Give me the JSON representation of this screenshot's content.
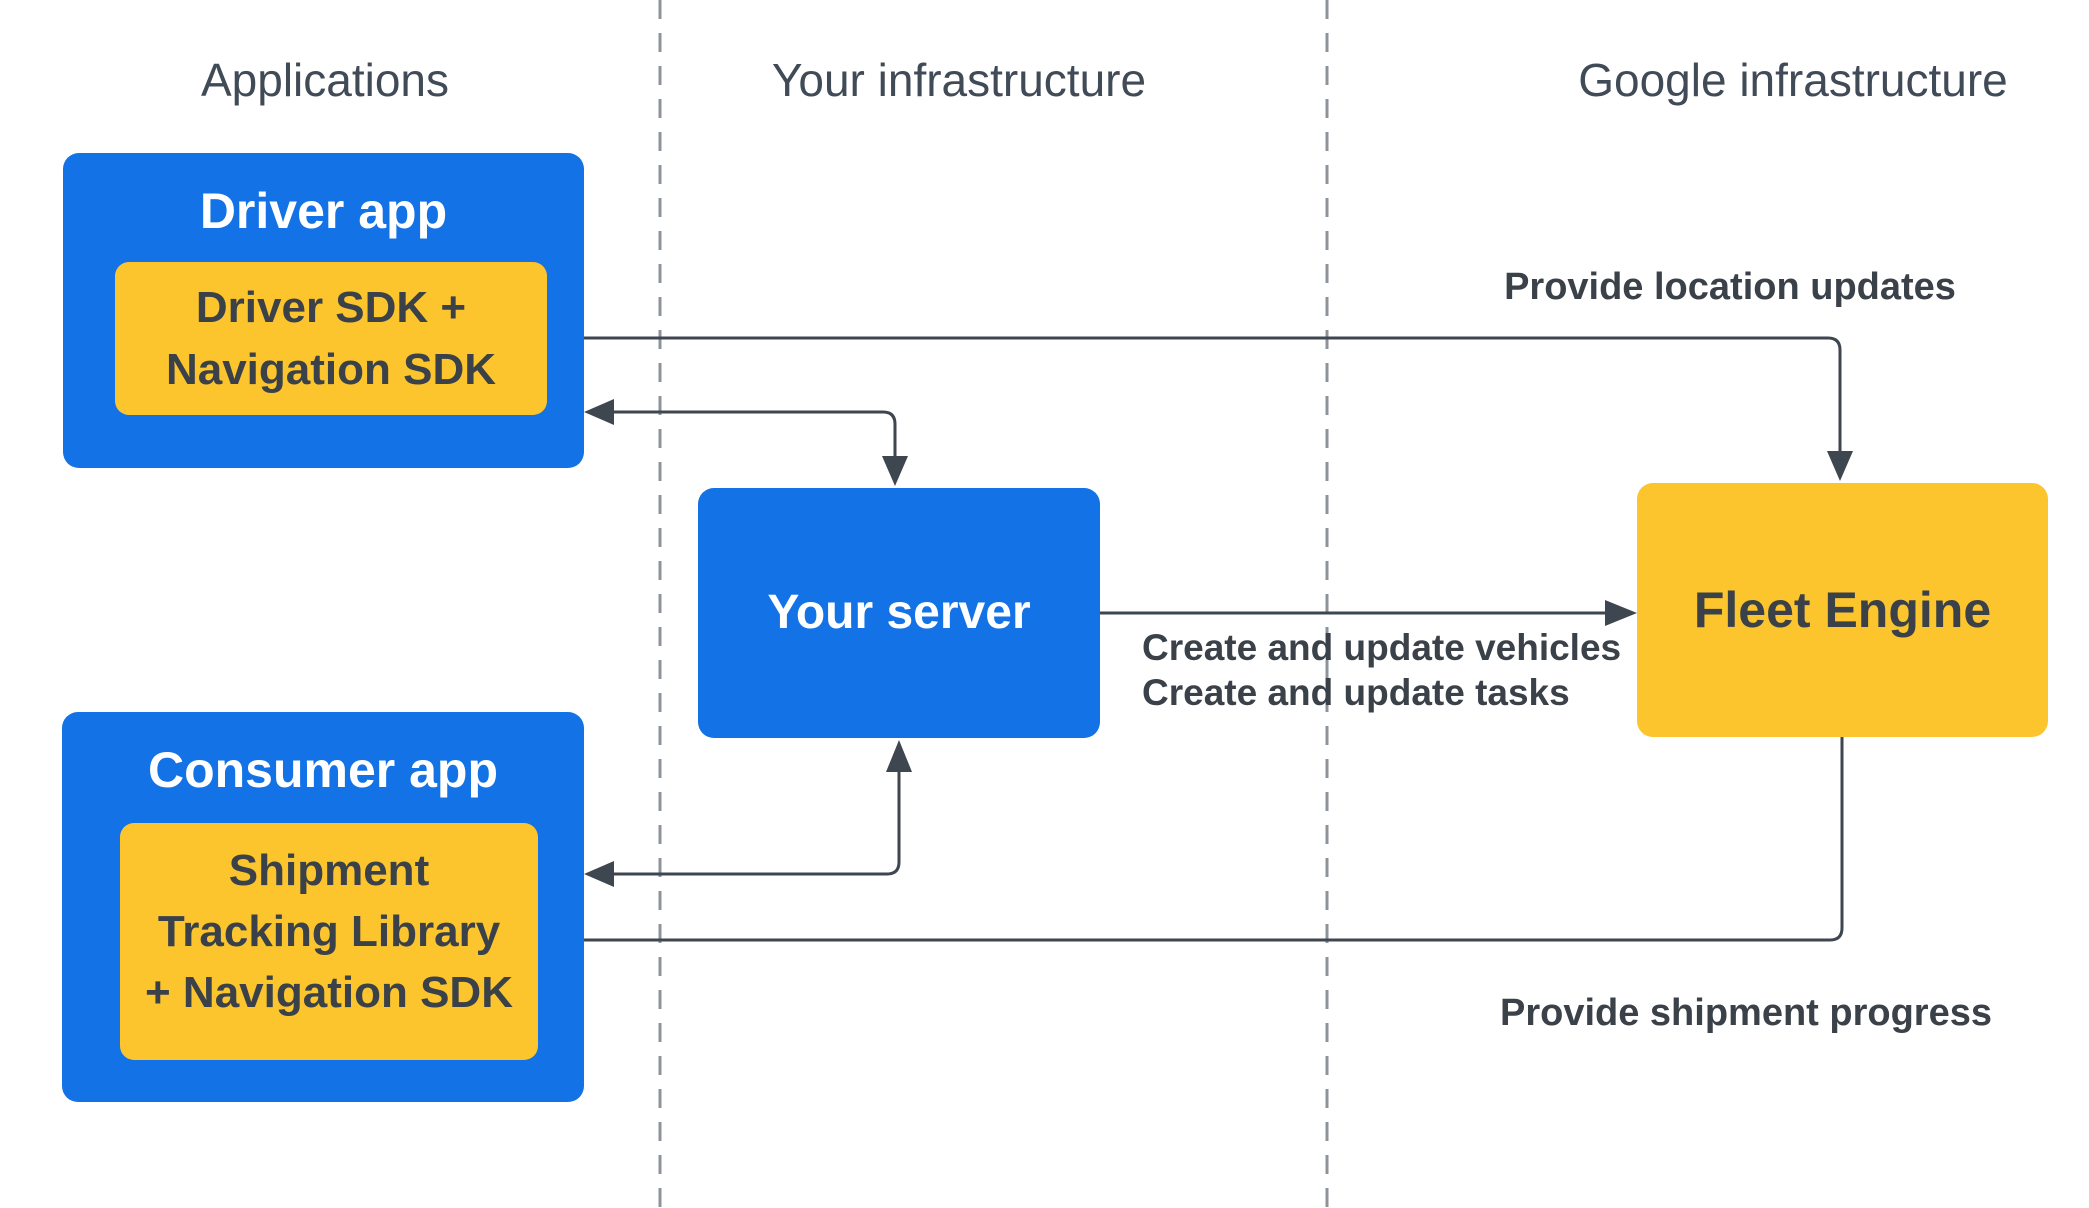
{
  "colors": {
    "node_blue": "#1272E6",
    "node_yellow": "#FCC52D",
    "arrow_dark": "#3E4650",
    "lane_divider_gray": "#8D939B",
    "heading_text": "#414B57",
    "dark_text": "#3A4149"
  },
  "lanes": [
    {
      "label": "Applications"
    },
    {
      "label": "Your infrastructure"
    },
    {
      "label": "Google infrastructure"
    }
  ],
  "nodes": {
    "driver_app": {
      "title": "Driver app"
    },
    "driver_sdk": {
      "line1": "Driver SDK +",
      "line2": "Navigation SDK"
    },
    "consumer_app": {
      "title": "Consumer app"
    },
    "shipment_lib": {
      "line1": "Shipment",
      "line2": "Tracking Library",
      "line3": "+ Navigation SDK"
    },
    "your_server": {
      "title": "Your server"
    },
    "fleet_engine": {
      "title": "Fleet Engine"
    }
  },
  "edge_labels": {
    "provide_location_updates": "Provide location updates",
    "create_update_vehicles": "Create and update vehicles",
    "create_update_tasks": "Create and update tasks",
    "provide_shipment_progress": "Provide shipment progress"
  }
}
